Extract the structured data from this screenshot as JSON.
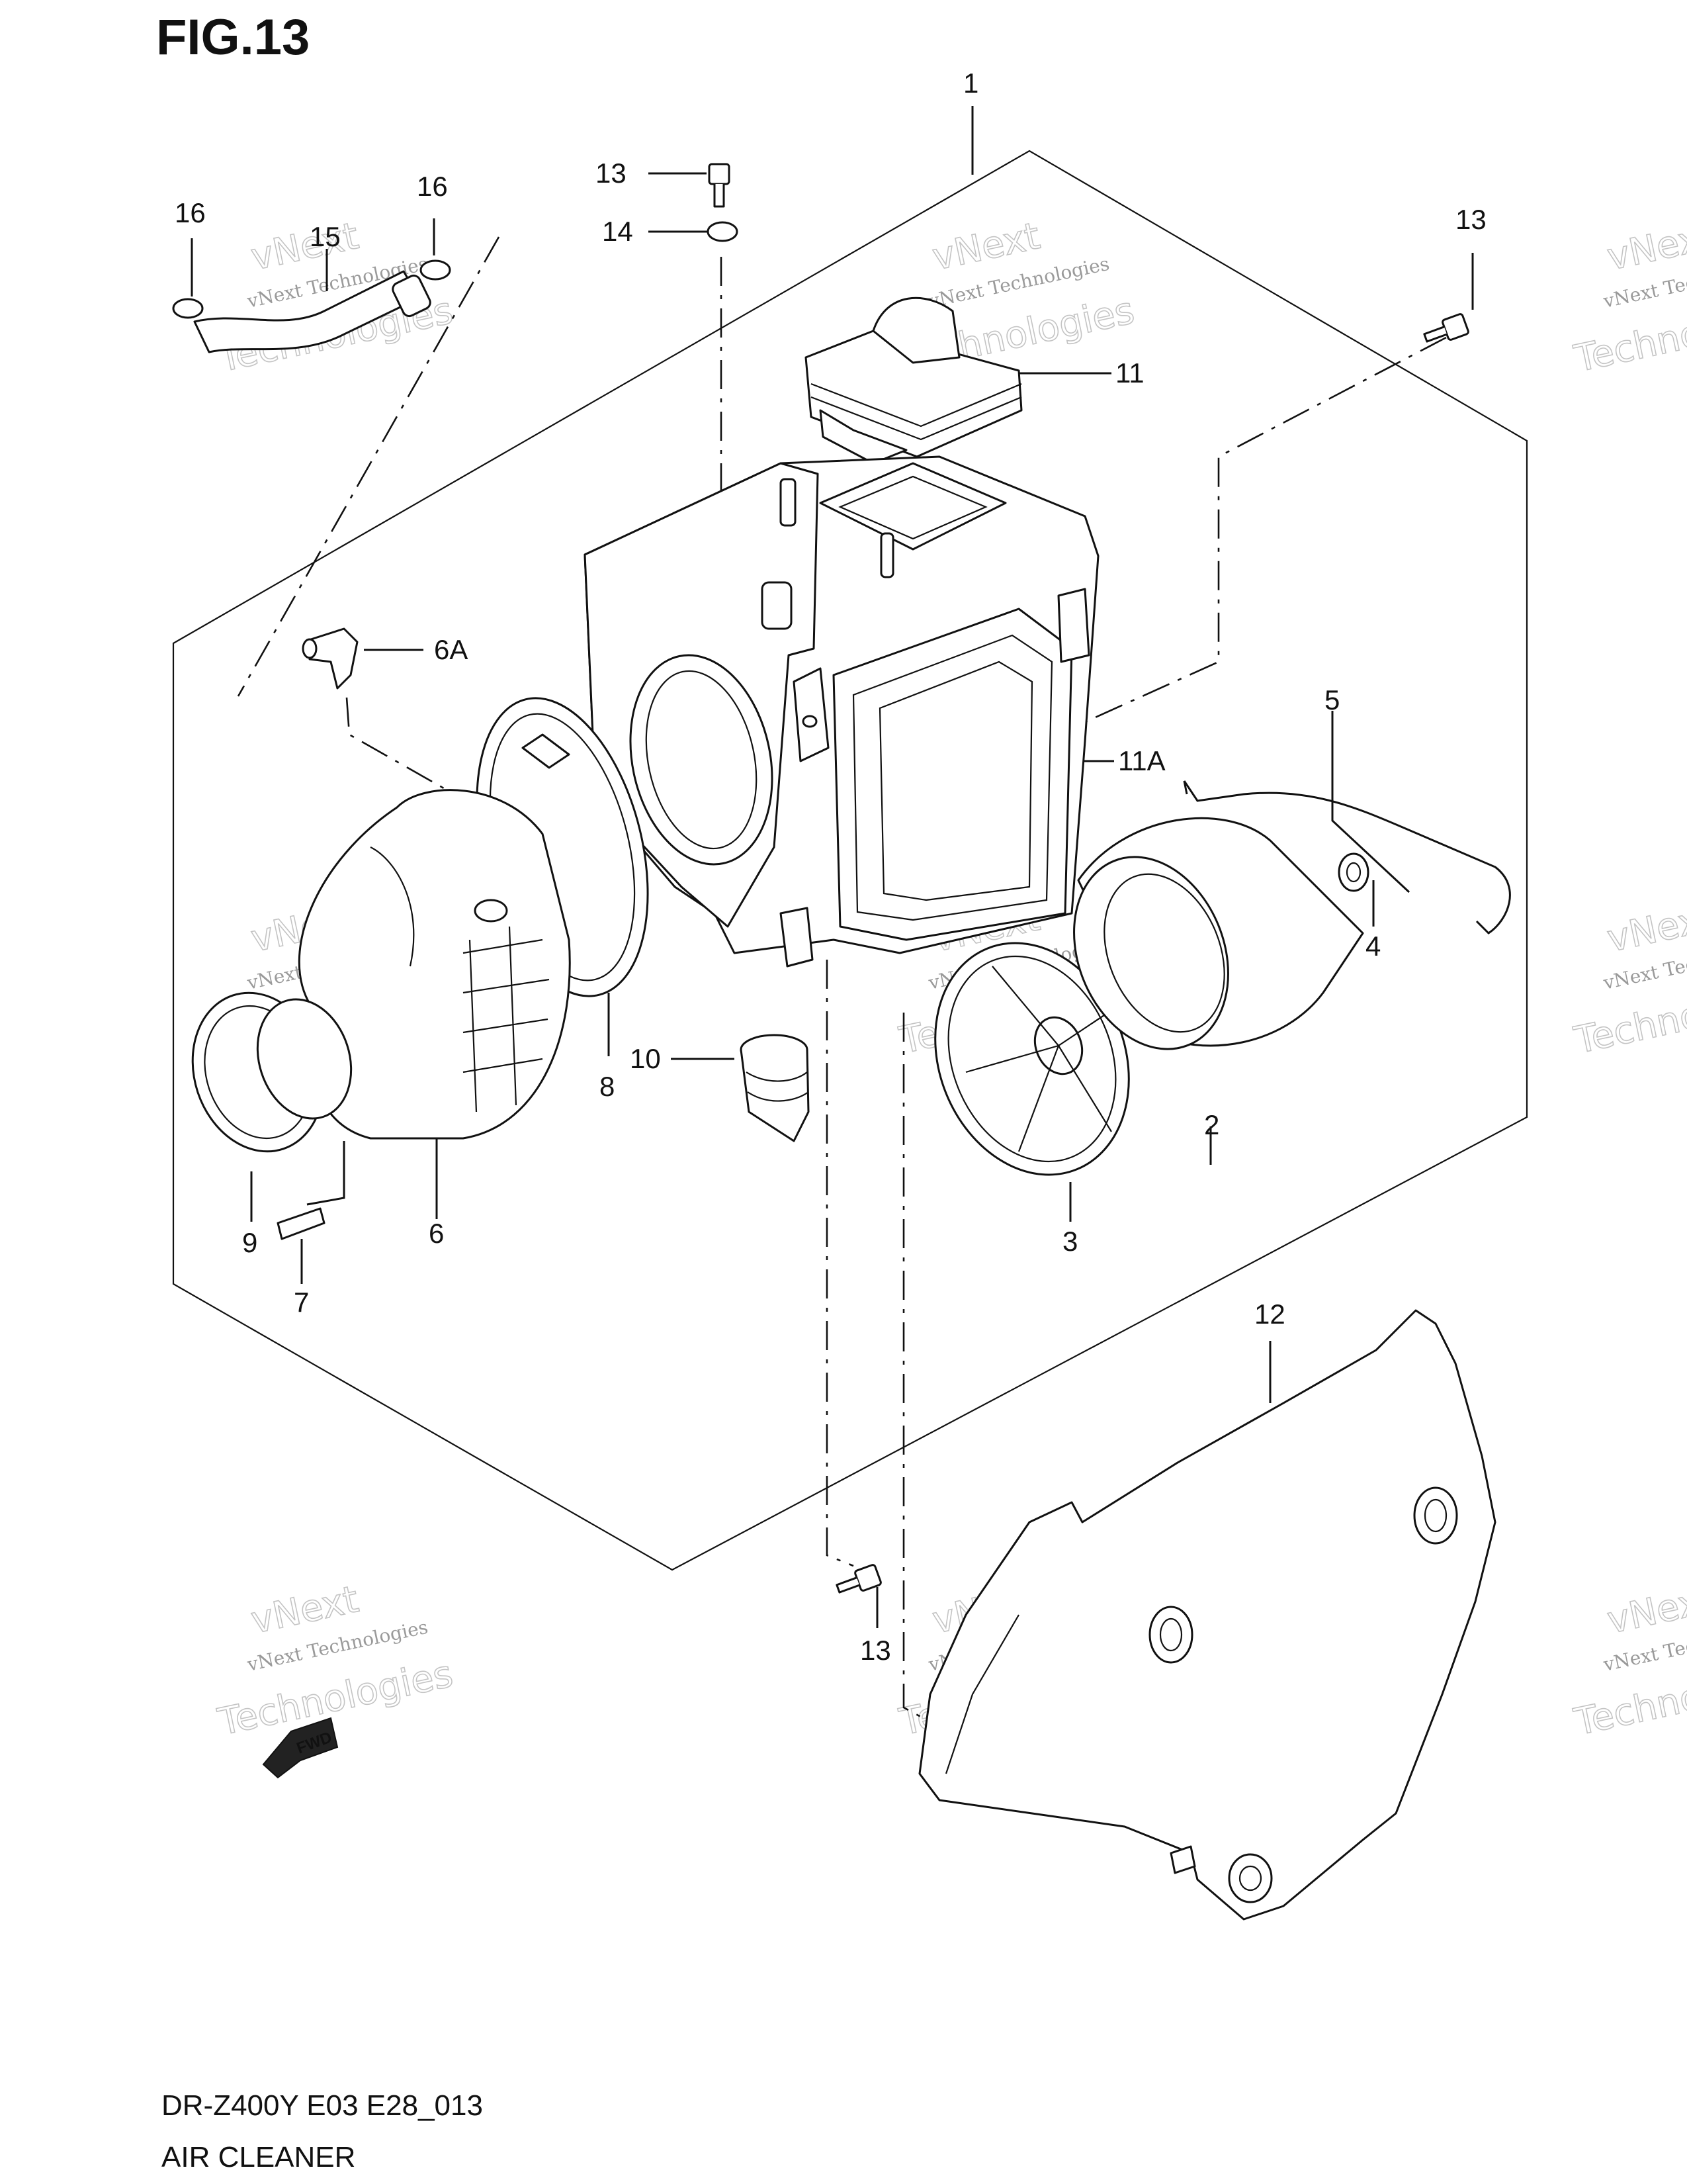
{
  "figure": {
    "title": "FIG.13"
  },
  "footer": {
    "model_code": "DR-Z400Y E03 E28_013",
    "caption": "AIR CLEANER"
  },
  "direction_badge": {
    "label": "FWD"
  },
  "watermark": {
    "line1": "vNext Technologies",
    "line2": "vNext",
    "line3": "Technologies"
  },
  "callouts": [
    {
      "id": "1",
      "label": "1"
    },
    {
      "id": "2",
      "label": "2"
    },
    {
      "id": "3",
      "label": "3"
    },
    {
      "id": "4",
      "label": "4"
    },
    {
      "id": "5",
      "label": "5"
    },
    {
      "id": "6",
      "label": "6"
    },
    {
      "id": "6A",
      "label": "6A"
    },
    {
      "id": "7",
      "label": "7"
    },
    {
      "id": "8",
      "label": "8"
    },
    {
      "id": "9",
      "label": "9"
    },
    {
      "id": "10",
      "label": "10"
    },
    {
      "id": "11",
      "label": "11"
    },
    {
      "id": "11A",
      "label": "11A"
    },
    {
      "id": "12",
      "label": "12"
    },
    {
      "id": "13a",
      "label": "13"
    },
    {
      "id": "13b",
      "label": "13"
    },
    {
      "id": "13c",
      "label": "13"
    },
    {
      "id": "14",
      "label": "14"
    },
    {
      "id": "15",
      "label": "15"
    },
    {
      "id": "16a",
      "label": "16"
    },
    {
      "id": "16b",
      "label": "16"
    }
  ]
}
